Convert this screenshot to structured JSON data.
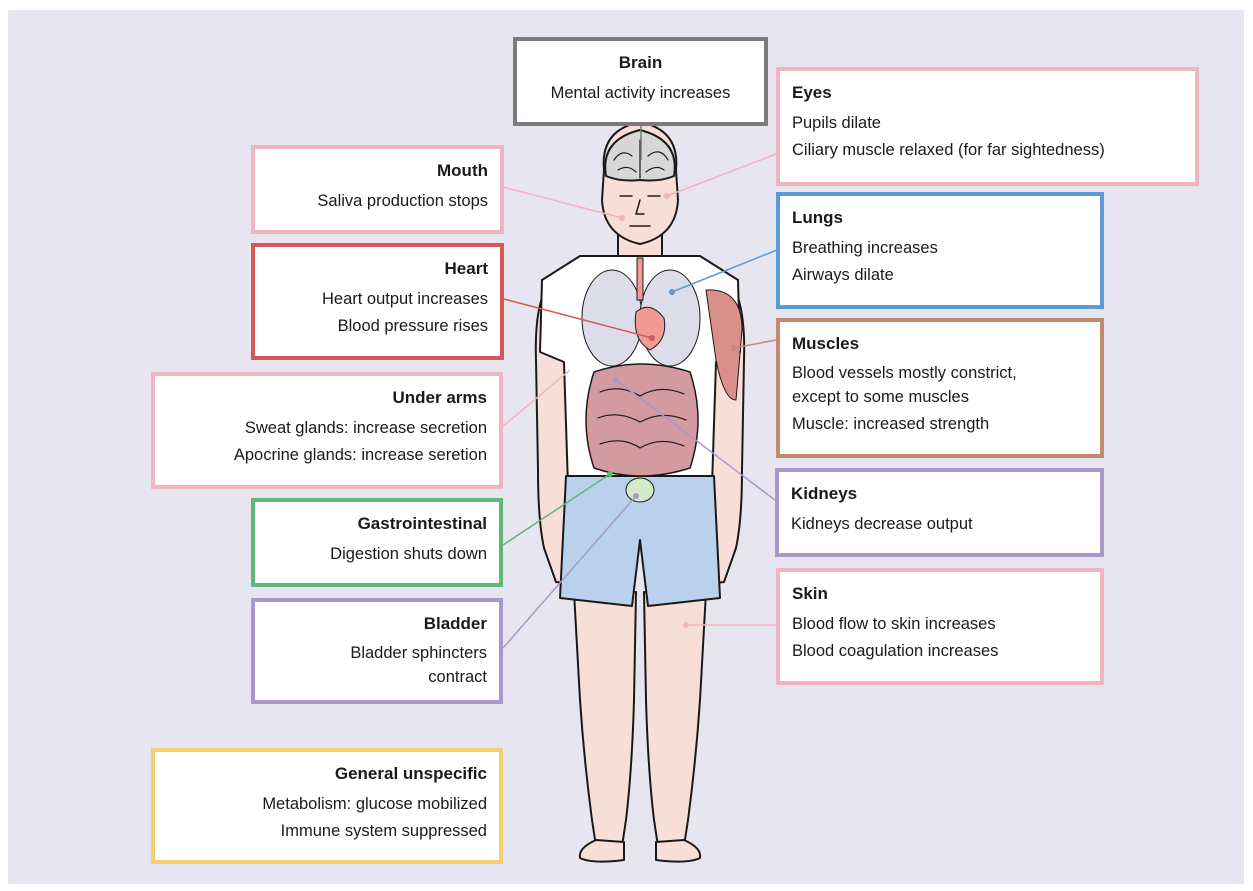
{
  "colors": {
    "background": "#e7e5f0",
    "pink": "#f0b5c0",
    "grey": "#7b7b7b",
    "red": "#d25a57",
    "blue": "#5b9ad4",
    "brown": "#c48a6e",
    "purple": "#a898cb",
    "green": "#5fb77a",
    "yellow": "#f2d06d"
  },
  "boxes": {
    "brain": {
      "title": "Brain",
      "lines": [
        "Mental activity increases"
      ]
    },
    "eyes": {
      "title": "Eyes",
      "lines": [
        "Pupils dilate",
        "Ciliary muscle relaxed (for far sightedness)"
      ]
    },
    "mouth": {
      "title": "Mouth",
      "lines": [
        "Saliva production stops"
      ]
    },
    "lungs": {
      "title": "Lungs",
      "lines": [
        "Breathing increases",
        "Airways dilate"
      ]
    },
    "heart": {
      "title": "Heart",
      "lines": [
        "Heart output increases",
        "Blood pressure rises"
      ]
    },
    "muscles": {
      "title": "Muscles",
      "lines": [
        "Blood vessels mostly constrict,",
        "except to some muscles",
        "Muscle: increased strength"
      ]
    },
    "under_arms": {
      "title": "Under arms",
      "lines": [
        "Sweat glands: increase secretion",
        "Apocrine glands: increase seretion"
      ]
    },
    "kidneys": {
      "title": "Kidneys",
      "lines": [
        "Kidneys decrease output"
      ]
    },
    "gastrointestinal": {
      "title": "Gastrointestinal",
      "lines": [
        "Digestion shuts down"
      ]
    },
    "skin": {
      "title": "Skin",
      "lines": [
        "Blood flow to skin increases",
        "Blood coagulation increases"
      ]
    },
    "bladder": {
      "title": "Bladder",
      "lines": [
        "Bladder sphincters",
        "contract"
      ]
    },
    "general": {
      "title": "General unspecific",
      "lines": [
        "Metabolism: glucose mobilized",
        "Immune system suppressed"
      ]
    }
  }
}
